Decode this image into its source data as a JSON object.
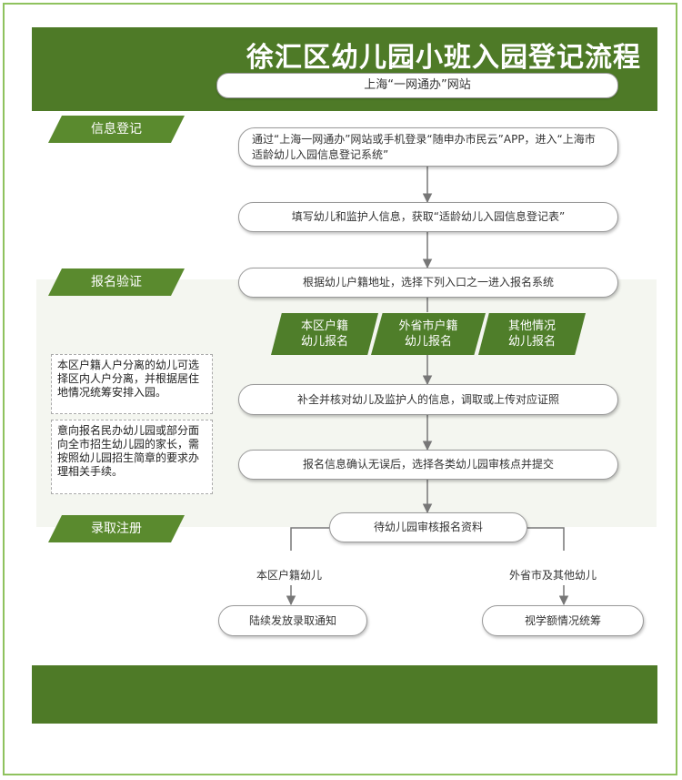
{
  "header": {
    "title": "徐汇区幼儿园小班入园登记流程",
    "subtitle": "上海“一网通办”网站"
  },
  "stages": [
    {
      "label": "信息登记"
    },
    {
      "label": "报名验证"
    },
    {
      "label": "录取注册"
    }
  ],
  "steps": [
    {
      "text": "通过“上海一网通办”网站或手机登录“随申办市民云”APP，进入“上海市适龄幼儿入园信息登记系统”"
    },
    {
      "text": "填写幼儿和监护人信息，获取“适龄幼儿入园信息登记表”"
    },
    {
      "text": "根据幼儿户籍地址，选择下列入口之一进入报名系统"
    },
    {
      "text": "补全并核对幼儿及监护人的信息，调取或上传对应证照"
    },
    {
      "text": "报名信息确认无误后，选择各类幼儿园审核点并提交"
    },
    {
      "text": "待幼儿园审核报名资料"
    }
  ],
  "entries": [
    {
      "text": "本区户籍\n幼儿报名"
    },
    {
      "text": "外省市户籍\n幼儿报名"
    },
    {
      "text": "其他情况\n幼儿报名"
    }
  ],
  "notes": [
    {
      "text": "本区户籍人户分离的幼儿可选择区内人户分离，并根据居住地情况统筹安排入园。"
    },
    {
      "text": "意向报名民办幼儿园或部分面向全市招生幼儿园的家长，需按照幼儿园招生简章的要求办理相关手续。"
    }
  ],
  "branches": [
    {
      "label": "本区户籍幼儿",
      "result": "陆续发放录取通知"
    },
    {
      "label": "外省市及其他幼儿",
      "result": "视学额情况统筹"
    }
  ],
  "colors": {
    "primary": "#4e7a27",
    "border": "#8fc25e"
  }
}
